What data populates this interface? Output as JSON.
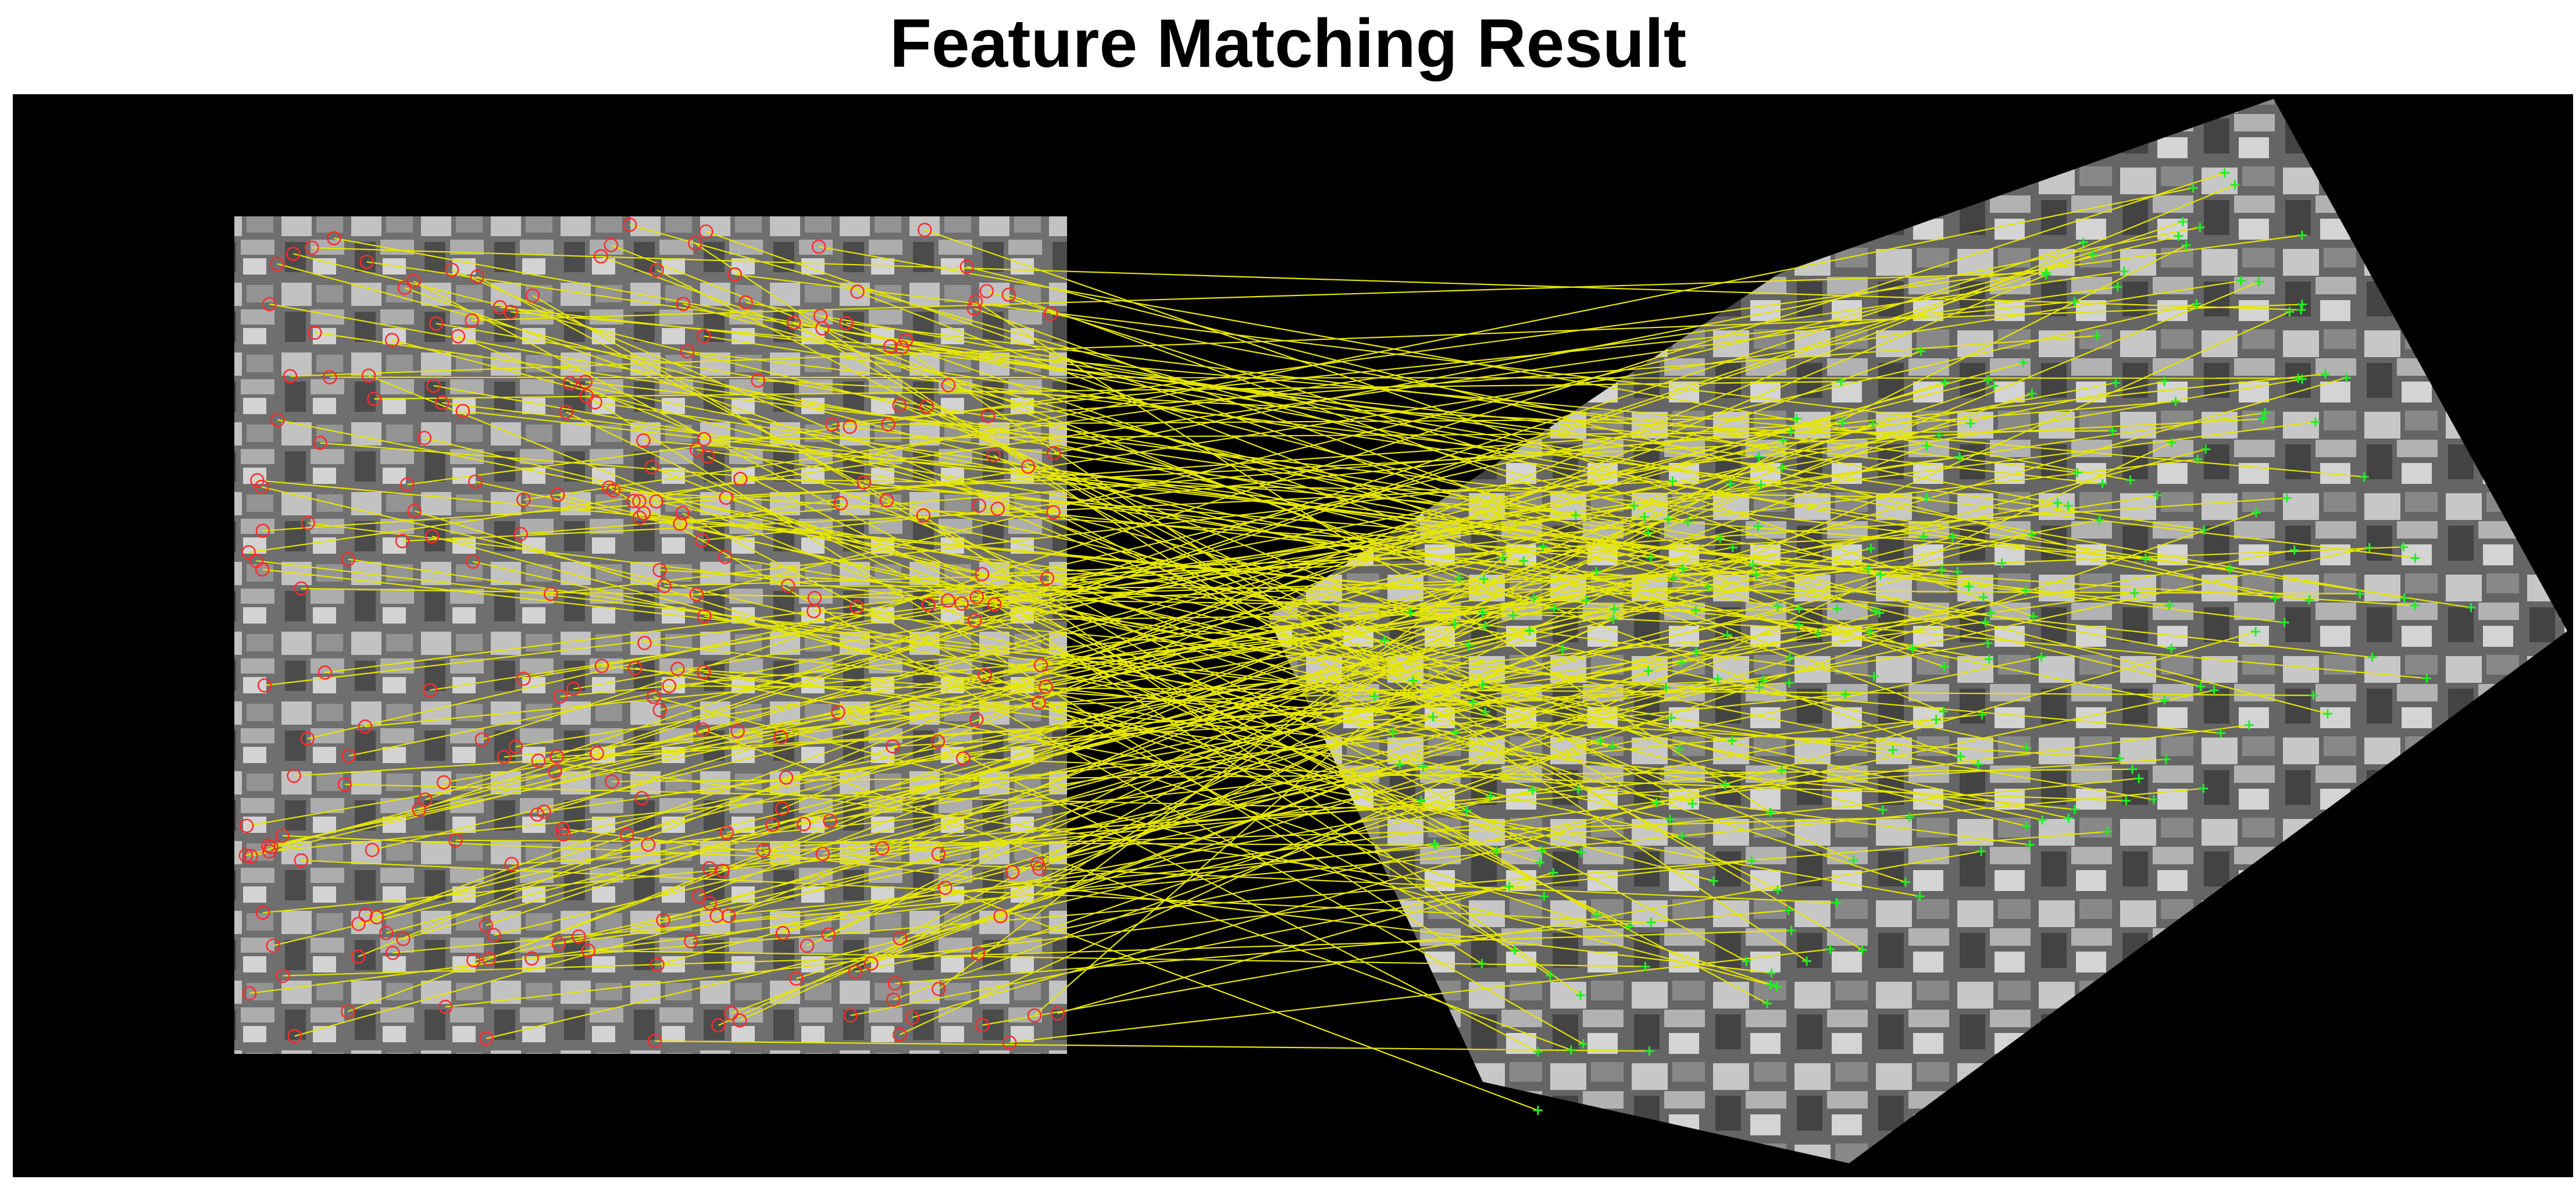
{
  "figure": {
    "title": "Feature Matching Result"
  },
  "colors": {
    "background": "#000000",
    "match_line": "#e6e600",
    "left_keypoint": "#ff2a2a",
    "right_keypoint": "#22ee22"
  },
  "left_image": {
    "description_name": "aerial-grayscale-reference",
    "keypoint_marker": "circle"
  },
  "right_image": {
    "description_name": "aerial-grayscale-rotated",
    "keypoint_marker": "plus"
  }
}
